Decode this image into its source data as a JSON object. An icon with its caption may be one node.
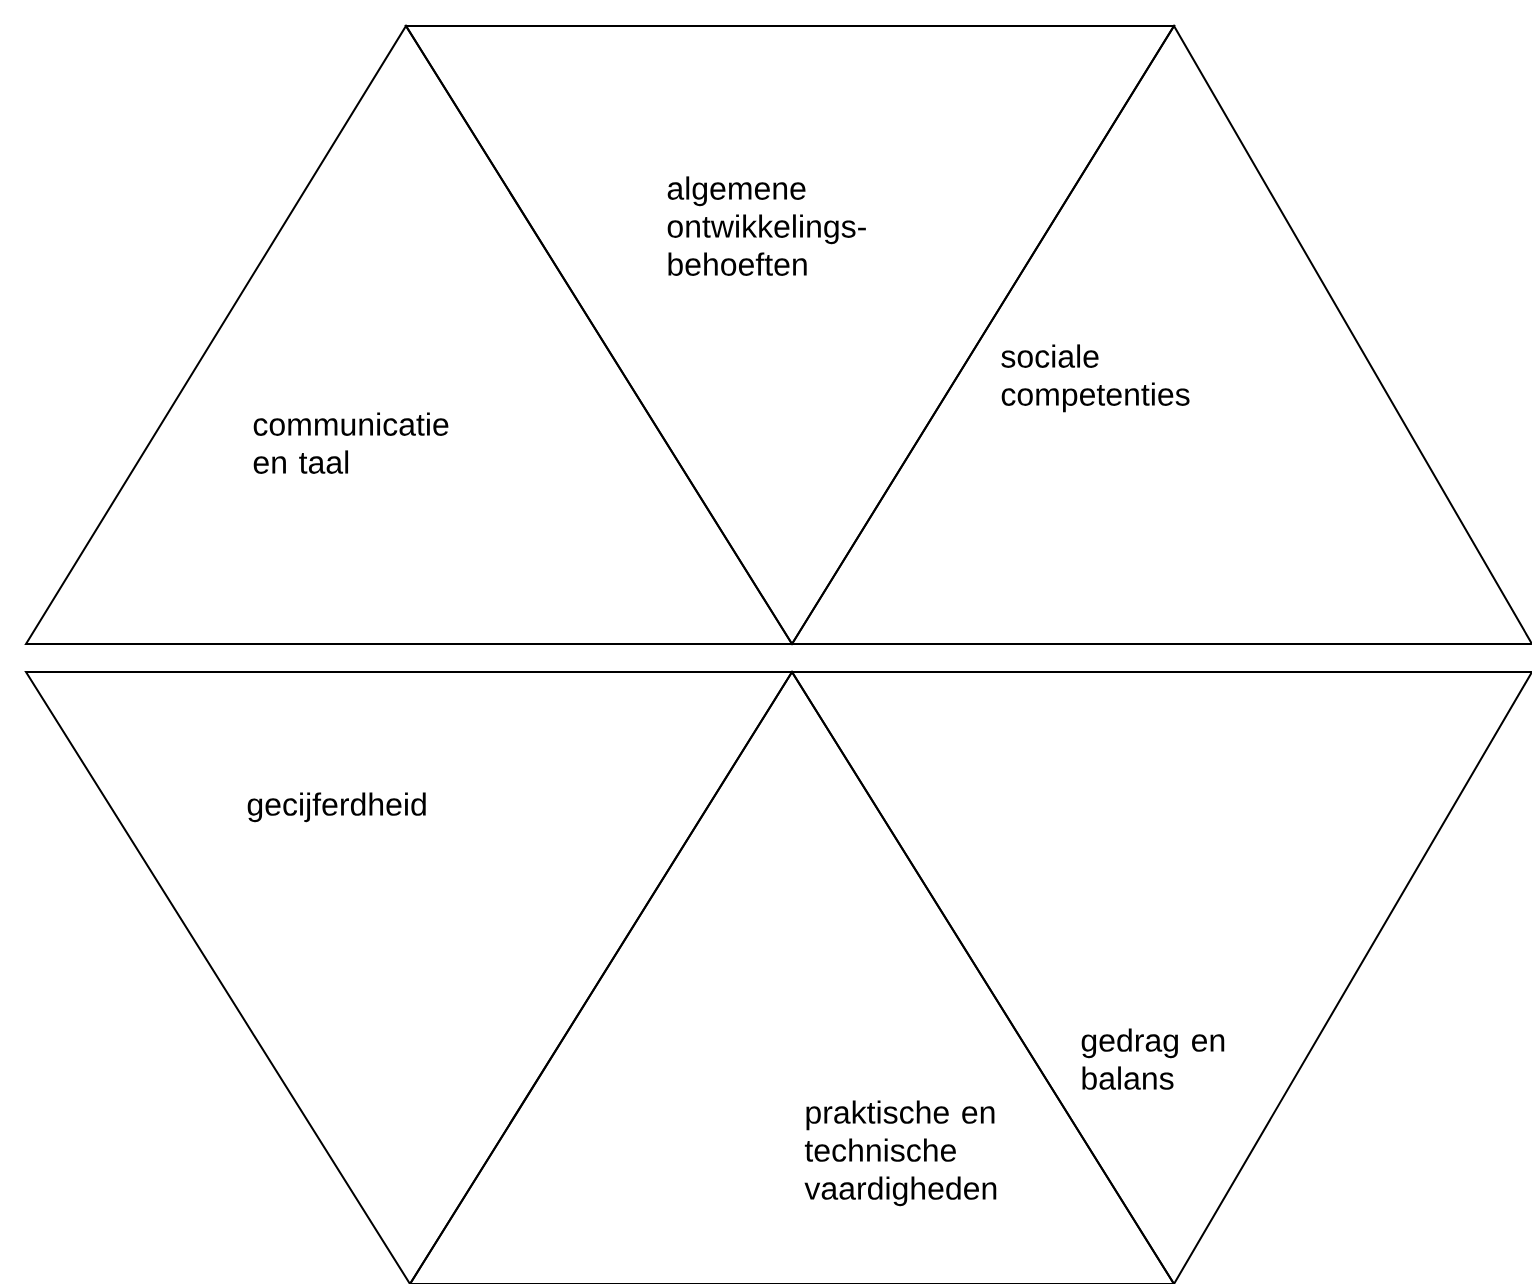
{
  "diagram": {
    "nodes": [
      {
        "text": [
          "communicatie en taal"
        ]
      },
      {
        "text": [
          "algemene ontwikkelings-behoeften"
        ]
      },
      {
        "text": [
          "sociale competenties"
        ]
      },
      {
        "text": [
          "gecijferdheid"
        ]
      },
      {
        "text": [
          "gedrag en balans"
        ]
      },
      {
        "text": [
          "praktische en technische vaardigheden"
        ]
      }
    ]
  }
}
